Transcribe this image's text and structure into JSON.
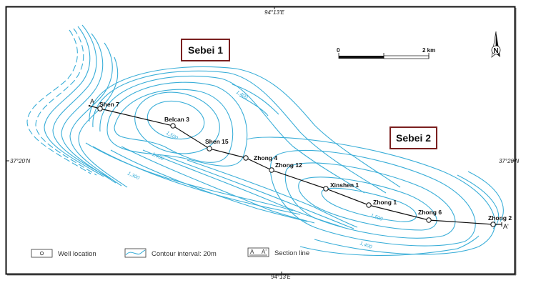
{
  "coordinates": {
    "top_longitude": "94°13'E",
    "bottom_longitude": "94°13'E",
    "left_latitude": "37°20'N",
    "right_latitude": "37°20'N"
  },
  "regions": [
    {
      "label": "Sebei 1",
      "border_color": "#7a1f1f"
    },
    {
      "label": "Sebei 2",
      "border_color": "#7a1f1f"
    }
  ],
  "scale_bar": {
    "start_label": "0",
    "end_label": "2 km"
  },
  "north_arrow": {
    "label": "N"
  },
  "section_line": {
    "start_label": "A",
    "end_label": "A'"
  },
  "wells": [
    {
      "name": "Shen 7"
    },
    {
      "name": "Belcan 3"
    },
    {
      "name": "Shen 15"
    },
    {
      "name": "Zhong 4"
    },
    {
      "name": "Zhong 12"
    },
    {
      "name": "Xinshen 1"
    },
    {
      "name": "Zhong 1"
    },
    {
      "name": "Zhong 6"
    },
    {
      "name": "Zhong 2"
    }
  ],
  "contour_labels": [
    "1,400",
    "1,500",
    "1,400",
    "1,300",
    "1,500",
    "1,400"
  ],
  "legend": {
    "well_location": "Well location",
    "contour_interval": "Contour interval: 20m",
    "section_line": "Section line",
    "section_symbol_start": "A",
    "section_symbol_end": "A'"
  },
  "colors": {
    "contour": "#3aaed8",
    "frame": "#111111",
    "region_border": "#7a1f1f"
  }
}
